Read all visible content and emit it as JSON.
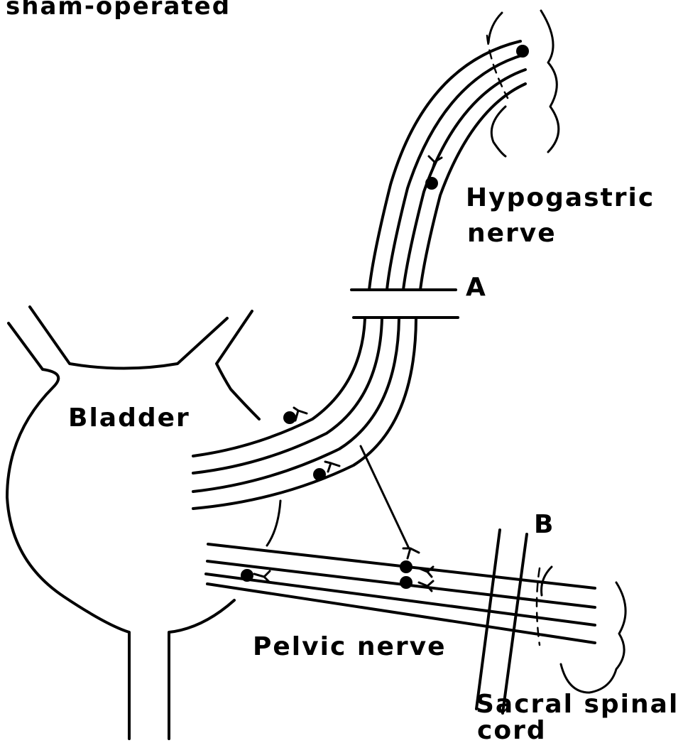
{
  "labels": {
    "top_partial": "sham-operated",
    "hypogastric_line1": "Hypogastric",
    "hypogastric_line2": "nerve",
    "cut_a": "A",
    "cut_b": "B",
    "bladder": "Bladder",
    "pelvic": "Pelvic nerve",
    "sacral_line1": "Sacral spinal",
    "sacral_line2": "cord"
  }
}
